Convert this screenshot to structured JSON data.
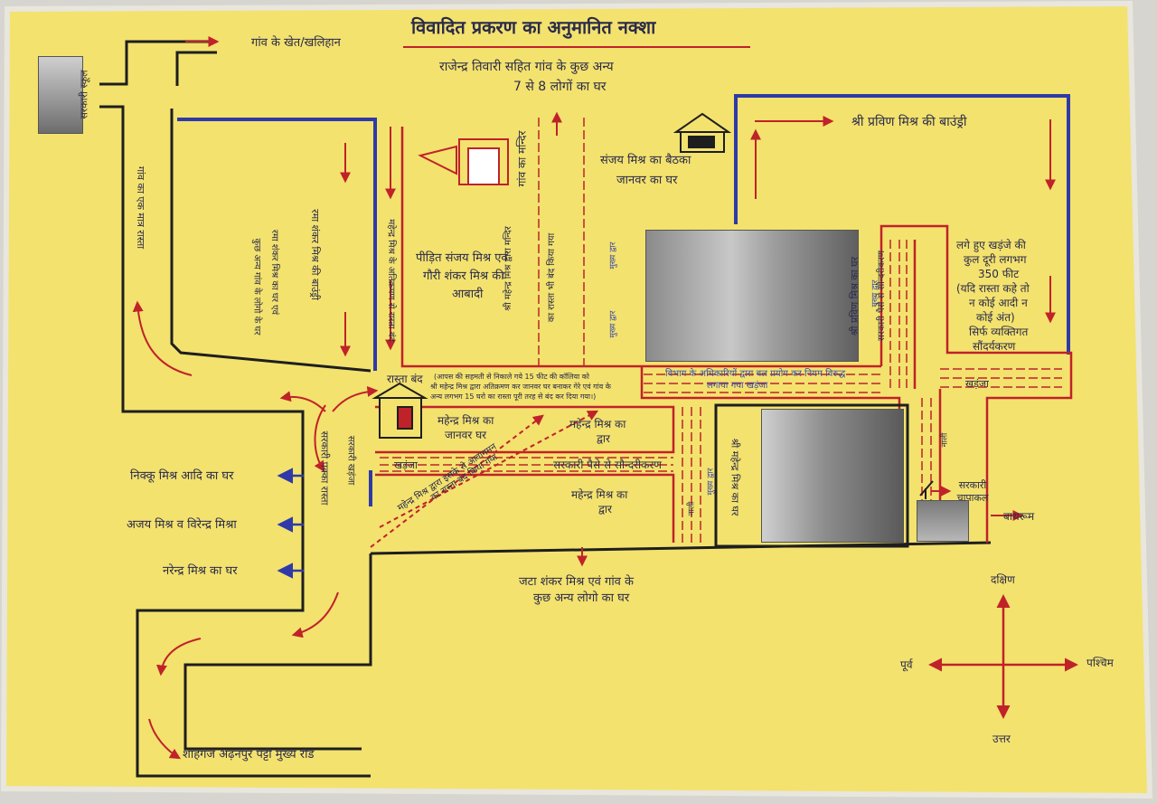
{
  "title": "विवादित प्रकरण का अनुमानित नक्शा",
  "labels": {
    "fields": "गांव के खेत/खलिहान",
    "school": "सरकारी स्कूल",
    "village_road": "गांव का एक मात्र रास्ता",
    "rajendra_line1": "राजेन्द्र तिवारी सहित गांव के कुछ अन्य",
    "rajendra_line2": "7 से 8 लोगों का घर",
    "temple": "गांव का मन्दिर",
    "sanjay_baithak_line1": "संजय मिश्र का बैठका",
    "sanjay_baithak_line2": "जानवर का घर",
    "pravin_boundary": "श्री प्रविण मिश्र की बाउंड्री",
    "rama_shankar_boundary": "रमा शंकर मिश्र की बाउंड्री",
    "rama_shankar_house": "रमा शंकर मिश्र का घर एवं",
    "other_villagers": "कुछ अन्य गांव के लोगो के घर",
    "mahendra_encroachment": "महेन्द्र मिश्र के अतिक्रमण से रास्ता बंद",
    "victim_line1": "पीड़ित संजय मिश्र एवं",
    "victim_line2": "गौरी शंकर मिश्र की",
    "victim_line3": "आबादी",
    "temple_path": "श्री महेन्द्र मिश्र द्वारा मन्दिर",
    "temple_path2": "का रास्ता भी बंद किया गया",
    "pravin_house": "श्री प्रविण मिश्र का घर",
    "main_door": "मुख्य द्वार",
    "kharanja_length_line1": "लगे हुए खड़ंजे की",
    "kharanja_length_line2": "कुल दूरी लगभग",
    "kharanja_length_line3": "350 फीट",
    "kharanja_length_line4": "(यदि रास्ता कहे तो",
    "kharanja_length_line5": "न कोई आदी न",
    "kharanja_length_line6": "कोई अंत)",
    "kharanja_length_line7": "सिर्फ व्यक्तिगत",
    "kharanja_length_line8": "सौंदर्यकरण",
    "govt_beautification": "सरकारी पैसे से सौन्दरीकरण",
    "officials_line": "विभाग के अधिकारियों द्वारा बल प्रयोग कर नियम विरुद्ध",
    "officials_line2": "लगाया गया खड़ंजा",
    "kharanja": "खड़ंजा",
    "road_closed": "रास्ता बंद",
    "road_closed_note1": "(आपस की सहमती से निकाले गये 15 फीट की कॉलिया को",
    "road_closed_note2": "श्री महेन्द्र मिश्र द्वारा अतिक्रमण कर जानवर घर बनाकर गेरे एवं गांव के",
    "road_closed_note3": "अन्य लगभग 15 घरो का रास्ता पूरी तरह से बंद कर दिया गया।)",
    "mahendra_animal_house1": "महेन्द्र मिश्र का",
    "mahendra_animal_house2": "जानवर घर",
    "mahendra_door1": "महेन्द्र मिश्र का",
    "mahendra_door2": "द्वार",
    "mahendra_blocked1": "महेन्द्र मिश्र द्वारा इसके से आवागमन",
    "mahendra_blocked2": "का रास्ता बंद किया गया",
    "govt_pakka_road": "सरकारी पक्का रास्ता",
    "govt_kharanja": "सरकारी खड़ंजा",
    "nikku": "निक्कू मिश्र आदि का घर",
    "ajay": "अजय मिश्र व विरेन्द्र मिश्रा",
    "narendra": "नरेन्द्र मिश्र का घर",
    "mahendra_house": "श्री महेन्द्र मिश्र का घर",
    "govt_handpump": "सरकारी चापाकल",
    "bathroom": "बाथरूम",
    "jata_shankar1": "जटा शंकर मिश्र एवं गांव के",
    "jata_shankar2": "कुछ अन्य लोगो का घर",
    "main_road": "शाहगंज अढ़नपुर पट्टी मुख्य रोड",
    "nali": "नाली"
  },
  "compass": {
    "north": "उत्तर",
    "south": "दक्षिण",
    "east": "पूर्व",
    "west": "पश्चिम"
  },
  "colors": {
    "paper": "#f3e26e",
    "road_line": "#1e1e1e",
    "boundary_blue": "#2f3aa8",
    "arrow_red": "#c0222a",
    "text": "#2a2a4a"
  }
}
